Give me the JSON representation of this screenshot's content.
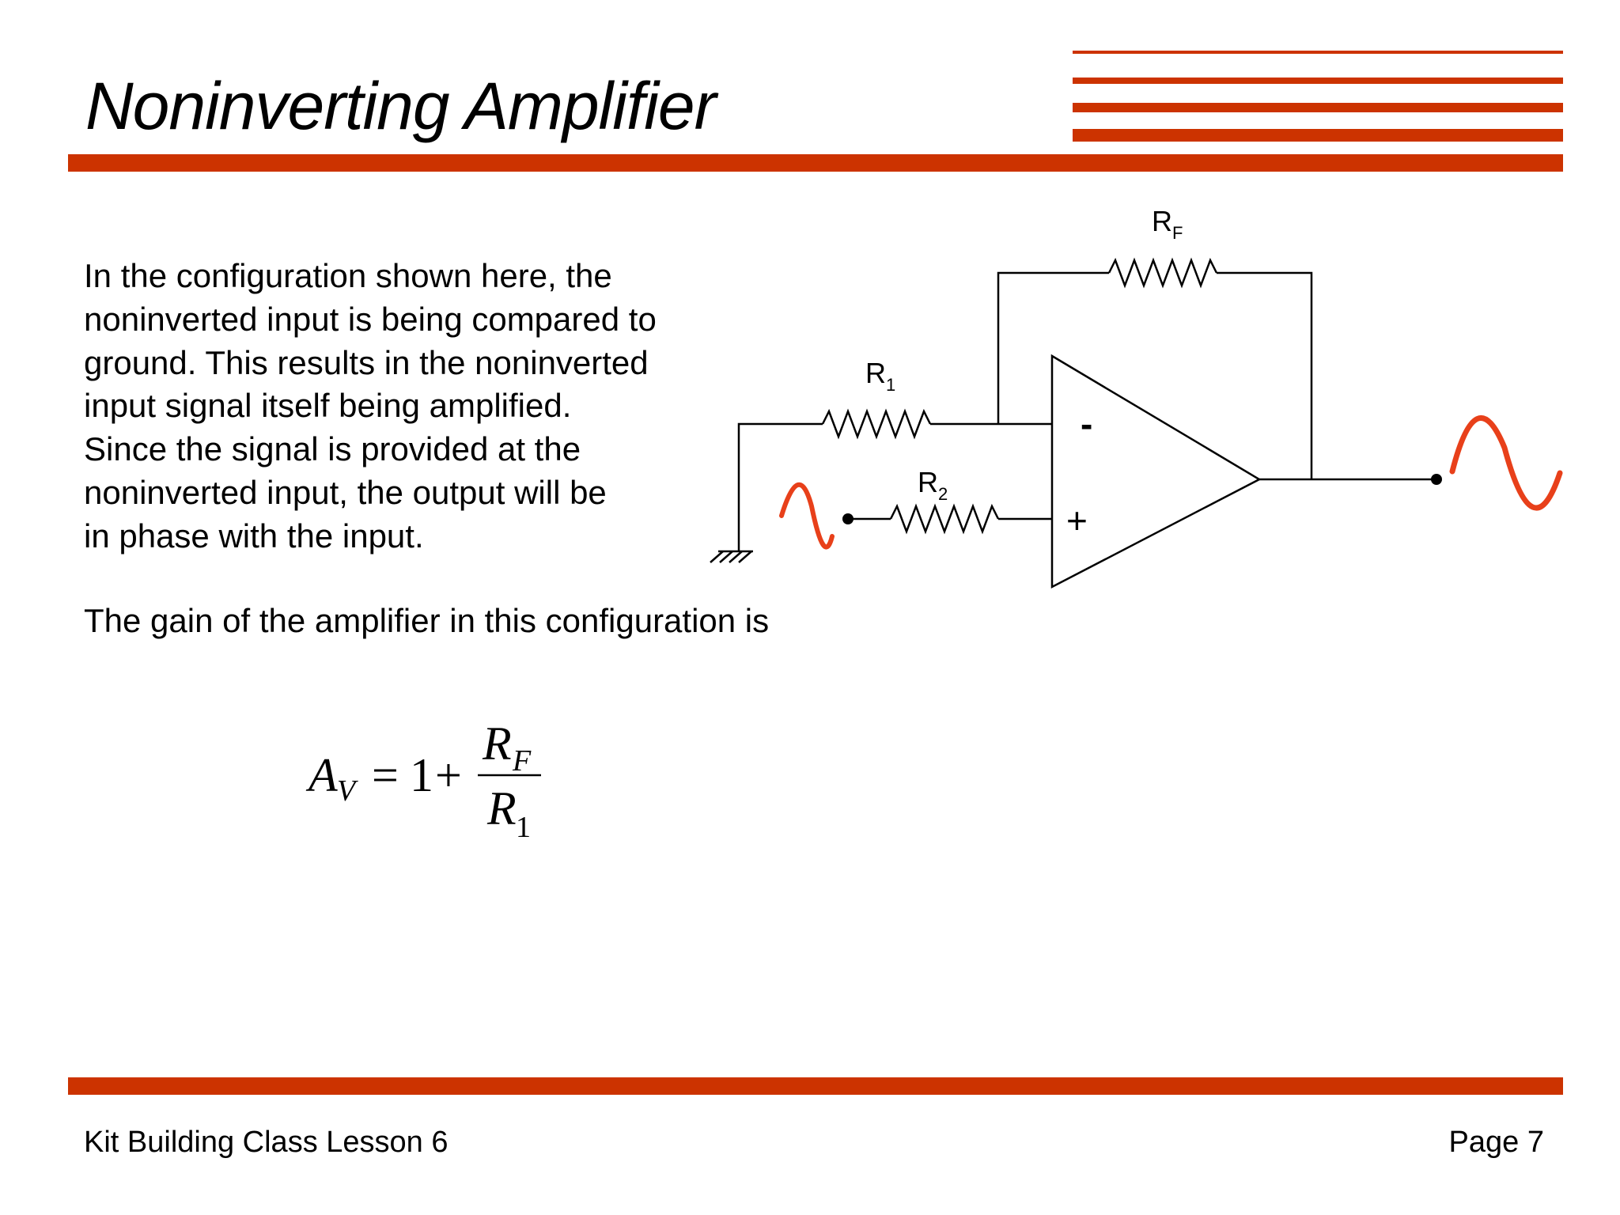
{
  "slide": {
    "title": "Noninverting Amplifier",
    "body_lines": [
      "In the configuration shown here, the",
      "noninverted input is being compared to",
      "ground. This results in the noninverted",
      "input signal itself being amplified.",
      "Since the signal is provided at the",
      "noninverted input, the output will be",
      "in phase with the input."
    ],
    "gain_line": "The gain of the amplifier in this configuration is",
    "formula": {
      "lhs": "A",
      "lhs_sub": "V",
      "equals": "=",
      "one": "1",
      "plus": "+",
      "numerator": "R",
      "numerator_sub": "F",
      "denominator": "R",
      "denominator_sub": "1"
    },
    "footer": {
      "left": "Kit Building Class Lesson 6",
      "right": "Page 7"
    }
  },
  "circuit": {
    "rf_label": "R",
    "rf_sub": "F",
    "r1_label": "R",
    "r1_sub": "1",
    "r2_label": "R",
    "r2_sub": "2",
    "minus": "-",
    "plus": "+"
  },
  "colors": {
    "accent": "#cc3300",
    "signal": "#e8401a",
    "text": "#000000"
  }
}
